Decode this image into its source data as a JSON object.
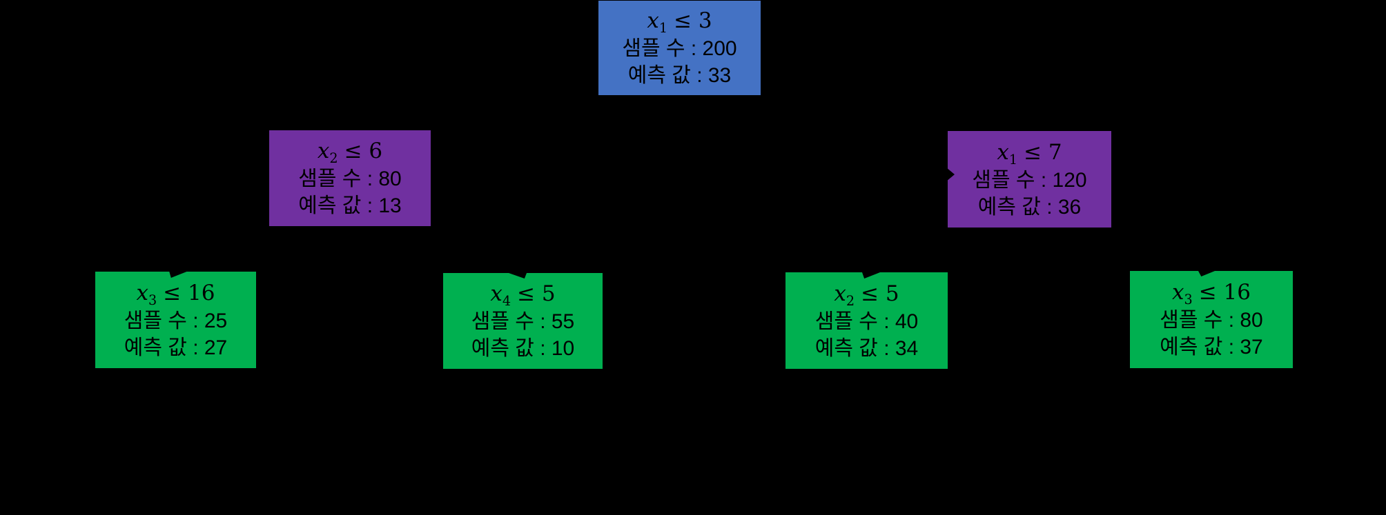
{
  "canvas": {
    "background": "#000000"
  },
  "palette": {
    "root_node_fill": "#4472c4",
    "internal_node_fill": "#7030a0",
    "leaf_node_fill": "#00b050",
    "text_color": "#000000",
    "connector_color": "#000000"
  },
  "tree": {
    "depth": 3,
    "node_count": 7
  },
  "nodes": {
    "root": {
      "fill": "#4472c4",
      "cond_var": "x",
      "cond_sub": "1",
      "cond_rest": "≤ 3",
      "samples_line": "샘플 수 : 200",
      "prediction_line": "예측 값 : 33"
    },
    "left": {
      "fill": "#7030a0",
      "cond_var": "x",
      "cond_sub": "2",
      "cond_rest": "≤ 6",
      "samples_line": "샘플 수 : 80",
      "prediction_line": "예측 값 : 13"
    },
    "right": {
      "fill": "#7030a0",
      "cond_var": "x",
      "cond_sub": "1",
      "cond_rest": "≤ 7",
      "samples_line": "샘플 수 : 120",
      "prediction_line": "예측 값 : 36"
    },
    "left_left": {
      "fill": "#00b050",
      "cond_var": "x",
      "cond_sub": "3",
      "cond_rest": "≤ 16",
      "samples_line": "샘플 수 : 25",
      "prediction_line": "예측 값 : 27"
    },
    "left_right": {
      "fill": "#00b050",
      "cond_var": "x",
      "cond_sub": "4",
      "cond_rest": "≤ 5",
      "samples_line": "샘플 수 : 55",
      "prediction_line": "예측 값 : 10"
    },
    "right_left": {
      "fill": "#00b050",
      "cond_var": "x",
      "cond_sub": "2",
      "cond_rest": "≤ 5",
      "samples_line": "샘플 수 : 40",
      "prediction_line": "예측 값 : 34"
    },
    "right_right": {
      "fill": "#00b050",
      "cond_var": "x",
      "cond_sub": "3",
      "cond_rest": "≤ 16",
      "samples_line": "샘플 수 : 80",
      "prediction_line": "예측 값 : 37"
    }
  }
}
